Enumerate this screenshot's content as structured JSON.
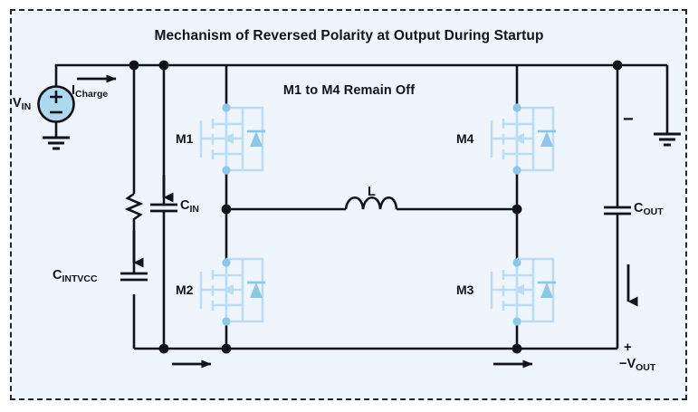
{
  "figure": {
    "title": "Mechanism of Reversed Polarity at Output During Startup",
    "subtitle": "M1 to M4 Remain Off",
    "background_color": "#eef5fc",
    "border_color": "#23262b",
    "wire_color": "#111318",
    "mosfet_color": "#bcdcf2",
    "source_fill": "#aed8ef"
  },
  "source": {
    "name": "V",
    "sub": "IN",
    "plus": "+",
    "minus": "–"
  },
  "currents": {
    "charge": {
      "name": "I",
      "sub": "Charge"
    }
  },
  "components": {
    "cin": {
      "name": "C",
      "sub": "IN"
    },
    "cintvcc": {
      "name": "C",
      "sub": "INTVCC"
    },
    "cout": {
      "name": "C",
      "sub": "OUT"
    },
    "inductor": {
      "name": "L"
    }
  },
  "mosfets": [
    {
      "label": "M1"
    },
    {
      "label": "M2"
    },
    {
      "label": "M3"
    },
    {
      "label": "M4"
    }
  ],
  "output": {
    "minus_marker": "−",
    "plus_marker": "+",
    "name": "−V",
    "sub": "OUT"
  },
  "icons": [
    "voltage-source-icon",
    "ground-icon",
    "resistor-icon",
    "capacitor-icon",
    "inductor-icon",
    "mosfet-icon",
    "body-diode-icon",
    "current-arrow-icon",
    "junction-dot-icon"
  ]
}
